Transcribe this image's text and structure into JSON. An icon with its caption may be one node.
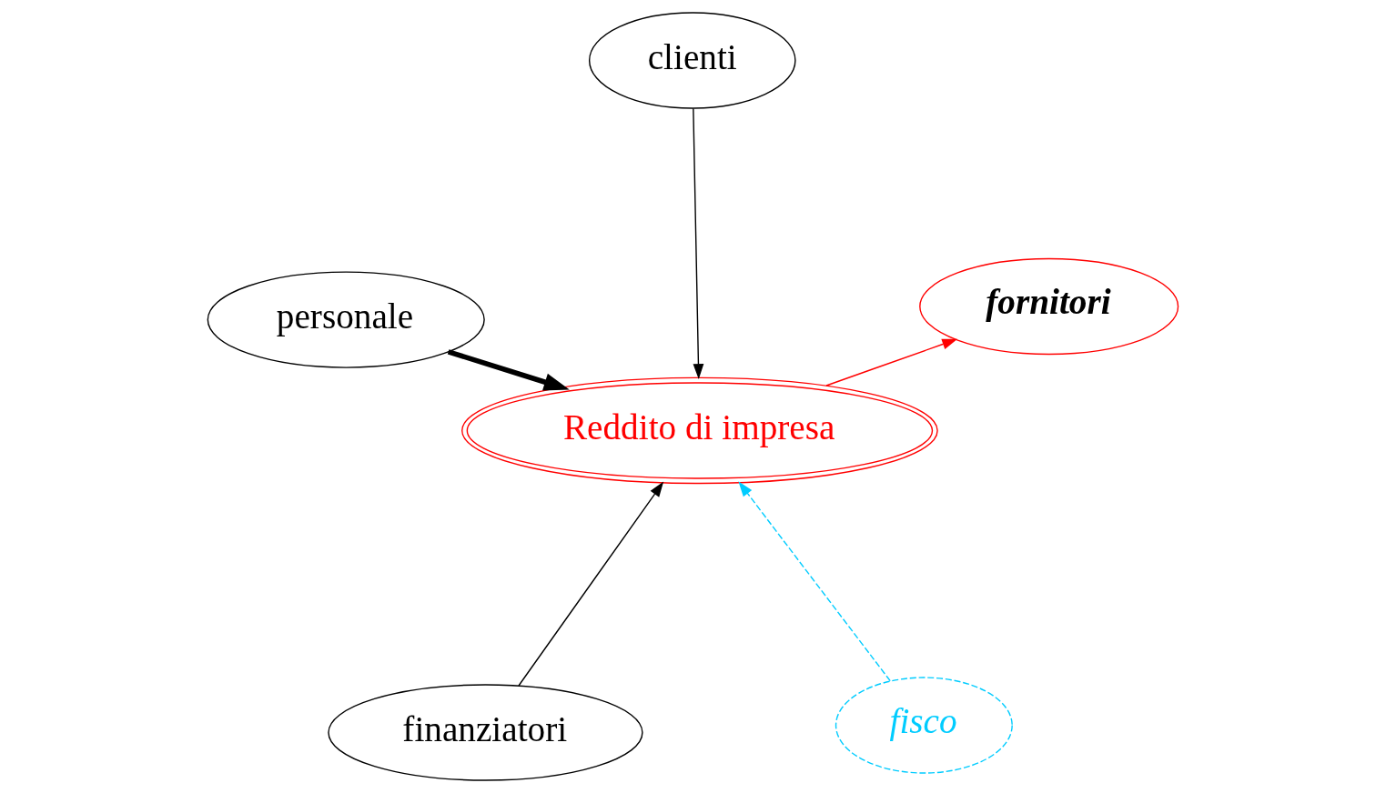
{
  "diagram": {
    "nodes": [
      {
        "text": [
          "finanziatori"
        ]
      },
      {
        "text": [
          "fisco"
        ]
      },
      {
        "text": [
          "Reddito di impresa"
        ]
      },
      {
        "text": [
          "clienti"
        ]
      },
      {
        "text": [
          "fornitori"
        ]
      },
      {
        "text": [
          "personale"
        ]
      }
    ],
    "edges": [
      {
        "from": 0,
        "to": 2,
        "arrow": "to"
      },
      {
        "from": 1,
        "to": 2,
        "arrow": "to",
        "style": "dashed",
        "color": "#00ccff"
      },
      {
        "from": 3,
        "to": 2,
        "arrow": "to"
      },
      {
        "from": 2,
        "to": 4,
        "arrow": "to",
        "color": "#ff0000"
      },
      {
        "from": 5,
        "to": 2,
        "arrow": "to",
        "style": "thick"
      }
    ]
  }
}
